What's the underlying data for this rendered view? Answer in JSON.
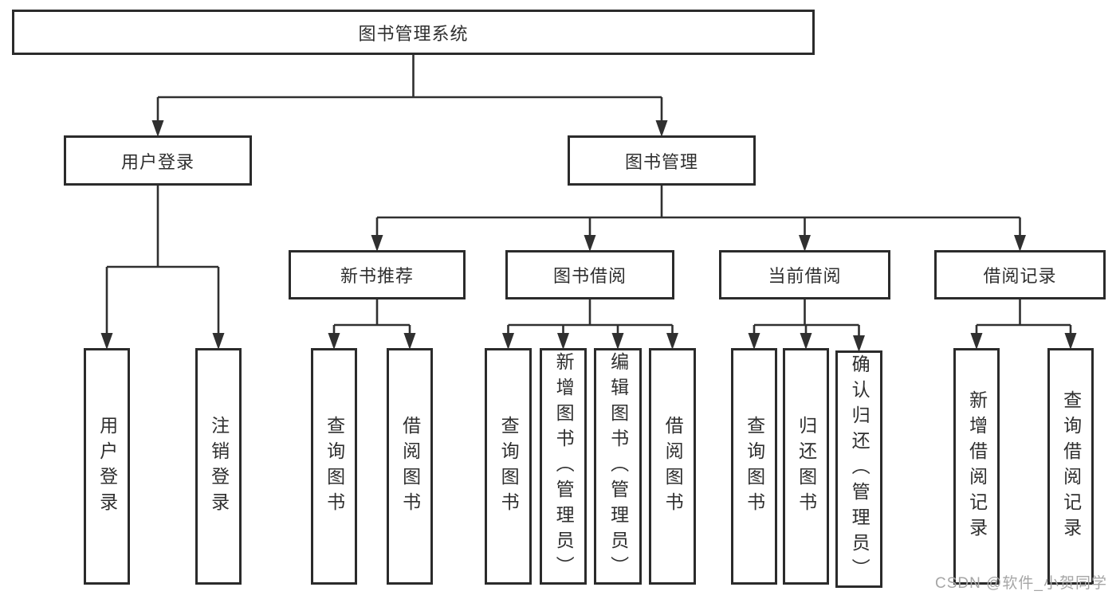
{
  "diagram": {
    "title": "图书管理系统",
    "style": {
      "line_color": "#303030",
      "box_border_color": "#2b2b2b",
      "text_color": "#2f2f2f",
      "background_color": "#ffffff",
      "watermark_color": "#a6a6a6"
    },
    "nodes": [
      {
        "id": "root",
        "label": "图书管理系统"
      },
      {
        "id": "user-login",
        "label": "用户登录"
      },
      {
        "id": "book-management",
        "label": "图书管理"
      },
      {
        "id": "new-book-recommend",
        "label": "新书推荐"
      },
      {
        "id": "book-borrowing",
        "label": "图书借阅"
      },
      {
        "id": "current-borrowing",
        "label": "当前借阅"
      },
      {
        "id": "borrowing-records",
        "label": "借阅记录"
      },
      {
        "id": "leaf-user-login",
        "label": "用户登录"
      },
      {
        "id": "leaf-logout-login",
        "label": "注销登录"
      },
      {
        "id": "leaf-nbr-query-books",
        "label": "查询图书"
      },
      {
        "id": "leaf-nbr-borrow-books",
        "label": "借阅图书"
      },
      {
        "id": "leaf-bb-query-books",
        "label": "查询图书"
      },
      {
        "id": "leaf-bb-add-books",
        "label": "新增图书（管理员）"
      },
      {
        "id": "leaf-bb-edit-books",
        "label": "编辑图书（管理员）"
      },
      {
        "id": "leaf-bb-borrow-books",
        "label": "借阅图书"
      },
      {
        "id": "leaf-cb-query-books",
        "label": "查询图书"
      },
      {
        "id": "leaf-cb-return-books",
        "label": "归还图书"
      },
      {
        "id": "leaf-cb-confirm-return",
        "label": "确认归还（管理员）"
      },
      {
        "id": "leaf-br-add-record",
        "label": "新增借阅记录"
      },
      {
        "id": "leaf-br-query-record",
        "label": "查询借阅记录"
      }
    ],
    "edges": [
      {
        "from": "root",
        "to": [
          "user-login",
          "book-management"
        ]
      },
      {
        "from": "user-login",
        "to": [
          "leaf-user-login",
          "leaf-logout-login"
        ]
      },
      {
        "from": "book-management",
        "to": [
          "new-book-recommend",
          "book-borrowing",
          "current-borrowing",
          "borrowing-records"
        ]
      },
      {
        "from": "new-book-recommend",
        "to": [
          "leaf-nbr-query-books",
          "leaf-nbr-borrow-books"
        ]
      },
      {
        "from": "book-borrowing",
        "to": [
          "leaf-bb-query-books",
          "leaf-bb-add-books",
          "leaf-bb-edit-books",
          "leaf-bb-borrow-books"
        ]
      },
      {
        "from": "current-borrowing",
        "to": [
          "leaf-cb-query-books",
          "leaf-cb-return-books",
          "leaf-cb-confirm-return"
        ]
      },
      {
        "from": "borrowing-records",
        "to": [
          "leaf-br-add-record",
          "leaf-br-query-record"
        ]
      }
    ],
    "watermark": "CSDN @软件_小贺同学"
  }
}
